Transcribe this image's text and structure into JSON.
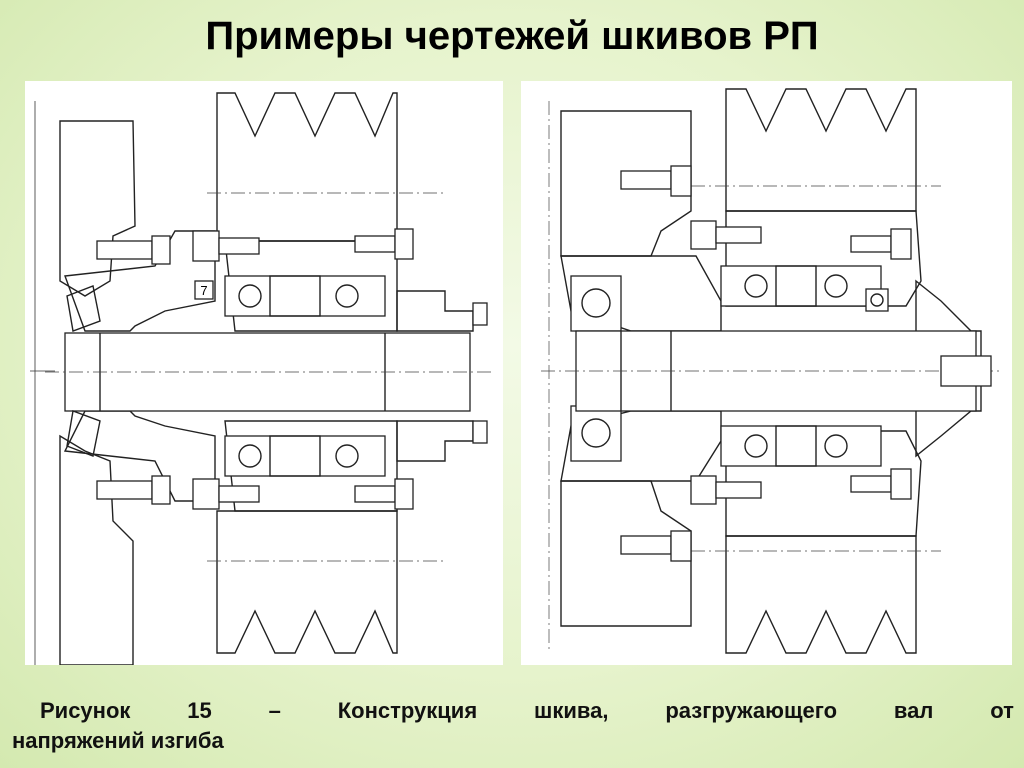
{
  "title": "Примеры чертежей шкивов РП",
  "caption": {
    "words_line1": [
      "Рисунок",
      "15",
      "–",
      "Конструкция",
      "шкива,",
      "разгружающего",
      "вал",
      "от"
    ],
    "line2": "напряжений изгиба"
  },
  "drawing_left": {
    "label": "7"
  },
  "icons": {
    "left_drawing": "pulley-section-drawing",
    "right_drawing": "pulley-section-drawing"
  }
}
